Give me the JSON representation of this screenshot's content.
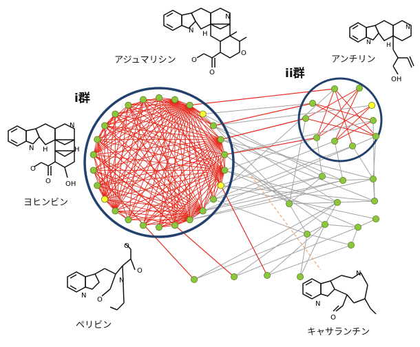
{
  "groups": {
    "group_i": "i群",
    "group_ii": "ii群"
  },
  "compounds": {
    "ajmalicine": "アジュマリシン",
    "antirhine": "アンチリン",
    "yohimbine": "ヨヒンビン",
    "perivine": "ペリビン",
    "catharanthine": "キャサランチン"
  },
  "structure_atoms": {
    "nh": "N",
    "h": "H",
    "n": "N",
    "o": "O",
    "oh": "OH"
  },
  "colors": {
    "circle_border": "#22416e",
    "node_green": "#8cc63f",
    "node_yellow": "#ffff33",
    "edge_red": "#e8281c",
    "edge_gray": "#a3a3a3",
    "edge_orange_dashed": "#f4a266"
  }
}
